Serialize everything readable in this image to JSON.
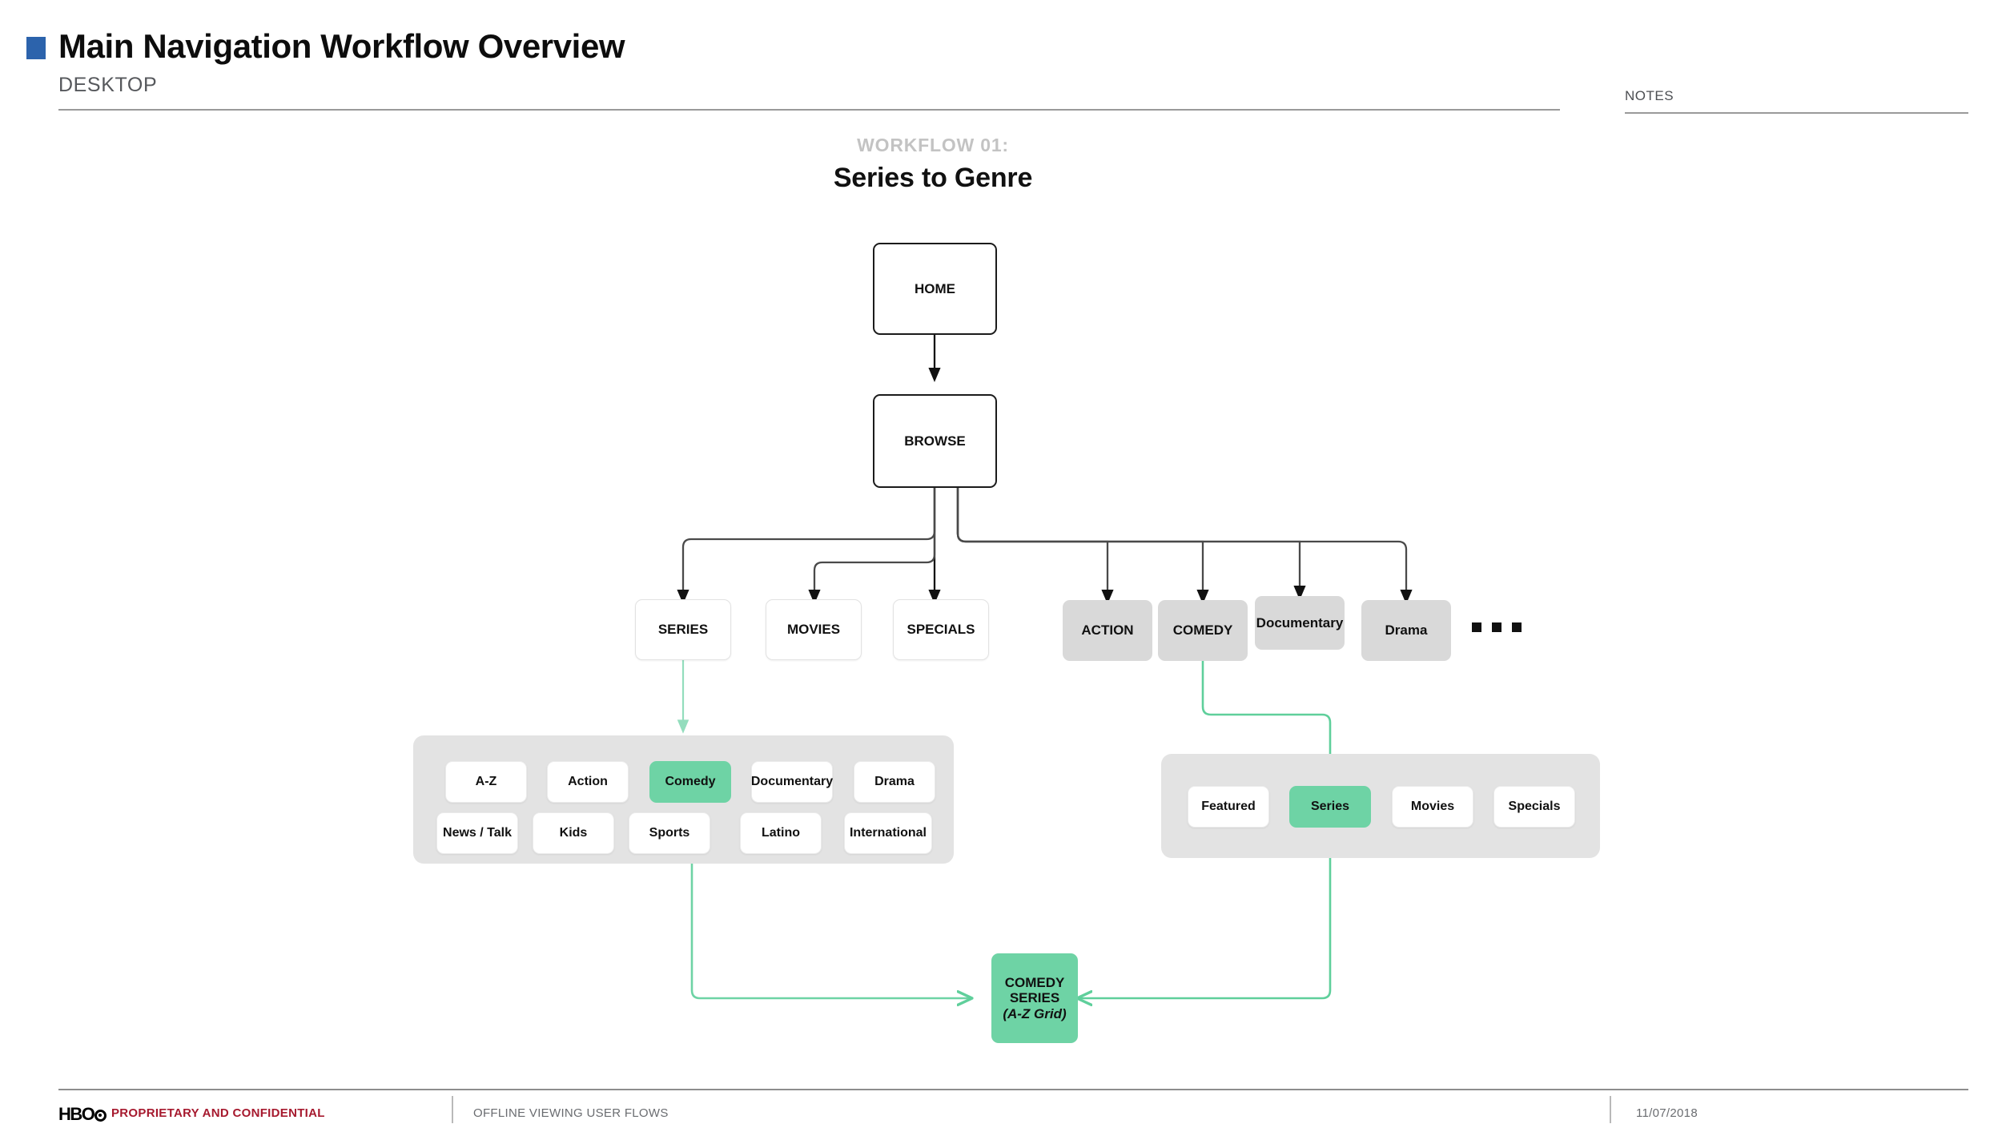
{
  "header": {
    "title": "Main Navigation Workflow Overview",
    "subtitle": "DESKTOP",
    "notes_label": "NOTES",
    "accent_color": "#2c63ac"
  },
  "workflow": {
    "eyebrow": "WORKFLOW 01:",
    "title": "Series to Genre"
  },
  "diagram": {
    "colors": {
      "green": "#6ed3a5",
      "green_line": "#5fcf9b",
      "gray_node": "#d9d9d9",
      "panel": "#e3e3e3",
      "outline": "#1b1b1b"
    },
    "root_nodes": [
      {
        "label": "HOME"
      },
      {
        "label": "BROWSE"
      }
    ],
    "primary_nodes": [
      {
        "label": "SERIES"
      },
      {
        "label": "MOVIES"
      },
      {
        "label": "SPECIALS"
      }
    ],
    "genre_nodes": [
      {
        "label": "ACTION"
      },
      {
        "label": "COMEDY"
      },
      {
        "label": "Documentary"
      },
      {
        "label": "Drama"
      }
    ],
    "overflow_indicator": "...",
    "genre_panel": {
      "rows": [
        [
          {
            "label": "A-Z",
            "selected": false
          },
          {
            "label": "Action",
            "selected": false
          },
          {
            "label": "Comedy",
            "selected": true
          },
          {
            "label": "Documentary",
            "selected": false
          },
          {
            "label": "Drama",
            "selected": false
          }
        ],
        [
          {
            "label": "News / Talk",
            "selected": false
          },
          {
            "label": "Kids",
            "selected": false
          },
          {
            "label": "Sports",
            "selected": false
          },
          {
            "label": "Latino",
            "selected": false
          },
          {
            "label": "International",
            "selected": false
          }
        ]
      ]
    },
    "content_panel": {
      "rows": [
        [
          {
            "label": "Featured",
            "selected": false
          },
          {
            "label": "Series",
            "selected": true
          },
          {
            "label": "Movies",
            "selected": false
          },
          {
            "label": "Specials",
            "selected": false
          }
        ]
      ]
    },
    "destination": {
      "line1": "COMEDY",
      "line2": "SERIES",
      "line3": "(A-Z Grid)"
    }
  },
  "footer": {
    "logo": "HBO",
    "confidential": "PROPRIETARY AND CONFIDENTIAL",
    "project": "OFFLINE VIEWING USER FLOWS",
    "date": "11/07/2018"
  }
}
